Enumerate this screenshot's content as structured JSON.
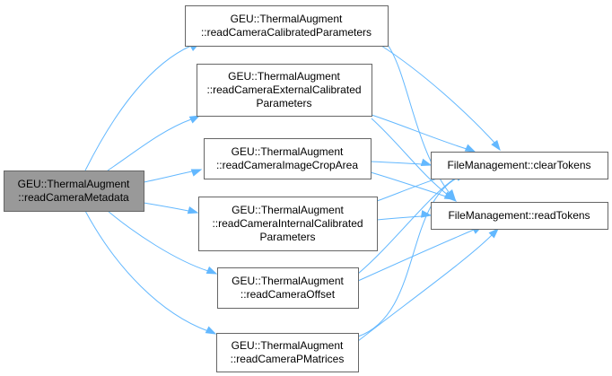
{
  "colors": {
    "edge": "#63b8ff",
    "node_border": "#666666",
    "node_fill": "#ffffff",
    "root_fill": "#999999",
    "root_border": "#666666"
  },
  "nodes": [
    {
      "id": "root",
      "lines": [
        "GEU::ThermalAugment",
        "::readCameraMetadata"
      ],
      "root": true
    },
    {
      "id": "calibrated",
      "lines": [
        "GEU::ThermalAugment",
        "::readCameraCalibratedParameters"
      ]
    },
    {
      "id": "external",
      "lines": [
        "GEU::ThermalAugment",
        "::readCameraExternalCalibrated",
        "Parameters"
      ]
    },
    {
      "id": "crop",
      "lines": [
        "GEU::ThermalAugment",
        "::readCameraImageCropArea"
      ]
    },
    {
      "id": "internal",
      "lines": [
        "GEU::ThermalAugment",
        "::readCameraInternalCalibrated",
        "Parameters"
      ]
    },
    {
      "id": "offset",
      "lines": [
        "GEU::ThermalAugment",
        "::readCameraOffset"
      ]
    },
    {
      "id": "pmatrices",
      "lines": [
        "GEU::ThermalAugment",
        "::readCameraPMatrices"
      ]
    },
    {
      "id": "clear",
      "lines": [
        "FileManagement::clearTokens"
      ]
    },
    {
      "id": "read",
      "lines": [
        "FileManagement::readTokens"
      ]
    }
  ],
  "edges": [
    {
      "from": "root",
      "to": "calibrated"
    },
    {
      "from": "root",
      "to": "external"
    },
    {
      "from": "root",
      "to": "crop"
    },
    {
      "from": "root",
      "to": "internal"
    },
    {
      "from": "root",
      "to": "offset"
    },
    {
      "from": "root",
      "to": "pmatrices"
    },
    {
      "from": "calibrated",
      "to": "clear"
    },
    {
      "from": "calibrated",
      "to": "read"
    },
    {
      "from": "external",
      "to": "clear"
    },
    {
      "from": "external",
      "to": "read"
    },
    {
      "from": "crop",
      "to": "clear"
    },
    {
      "from": "crop",
      "to": "read"
    },
    {
      "from": "internal",
      "to": "clear"
    },
    {
      "from": "internal",
      "to": "read"
    },
    {
      "from": "offset",
      "to": "clear"
    },
    {
      "from": "offset",
      "to": "read"
    },
    {
      "from": "pmatrices",
      "to": "clear"
    },
    {
      "from": "pmatrices",
      "to": "read"
    }
  ]
}
